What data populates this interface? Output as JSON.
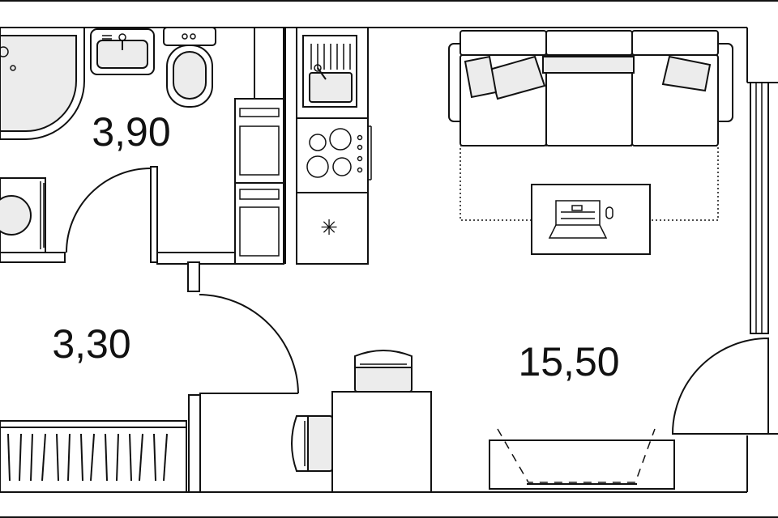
{
  "rooms": [
    {
      "id": "bathroom",
      "area": "3,90"
    },
    {
      "id": "hallway",
      "area": "3,30"
    },
    {
      "id": "living-room",
      "area": "15,50"
    }
  ],
  "appliances": {
    "fridge_symbol": "✳"
  },
  "colors": {
    "wall": "#111111",
    "fixture_fill": "#ececec",
    "background": "#ffffff"
  }
}
